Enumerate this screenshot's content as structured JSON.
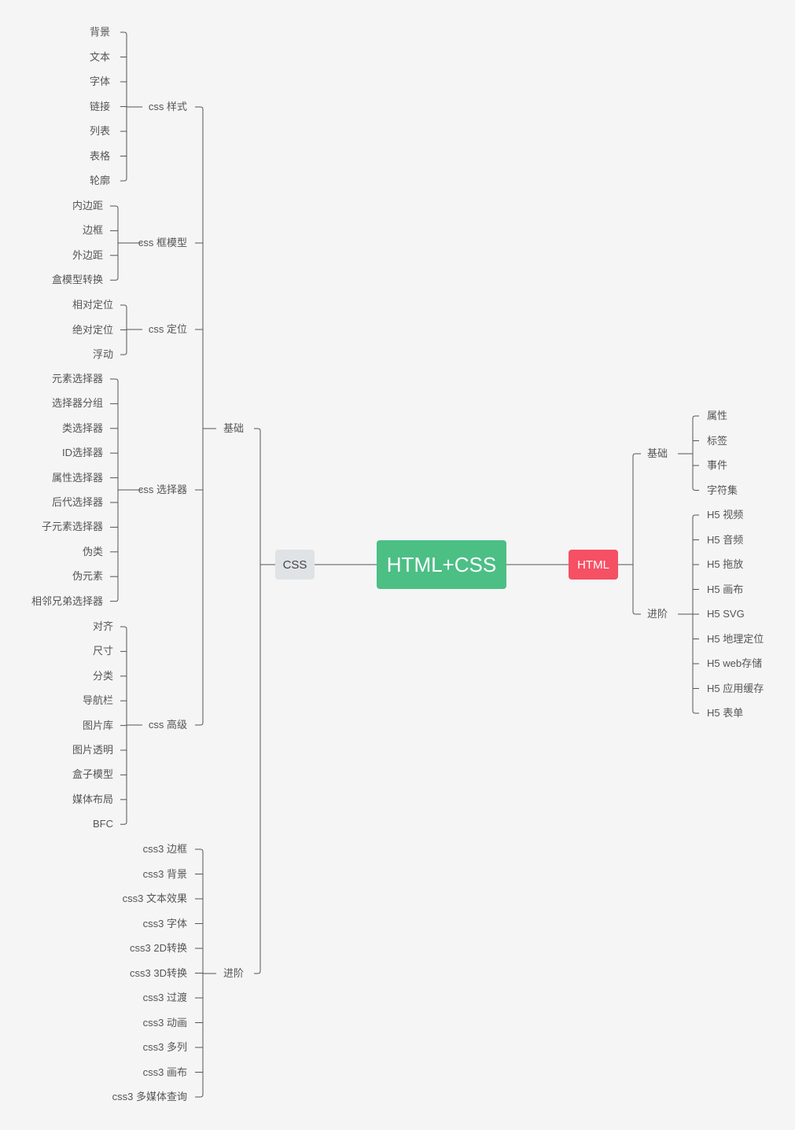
{
  "colors": {
    "root": "#4cbf85",
    "css": "#dfe3e6",
    "html": "#f55064",
    "line": "#555555"
  },
  "root": "HTML+CSS",
  "css": {
    "label": "CSS",
    "basic": {
      "label": "基础",
      "groups": [
        {
          "label": "css 样式",
          "items": [
            "背景",
            "文本",
            "字体",
            "链接",
            "列表",
            "表格",
            "轮廓"
          ]
        },
        {
          "label": "css 框模型",
          "items": [
            "内边距",
            "边框",
            "外边距",
            "盒模型转换"
          ]
        },
        {
          "label": "css 定位",
          "items": [
            "相对定位",
            "绝对定位",
            "浮动"
          ]
        },
        {
          "label": "css 选择器",
          "items": [
            "元素选择器",
            "选择器分组",
            "类选择器",
            "ID选择器",
            "属性选择器",
            "后代选择器",
            "子元素选择器",
            "伪类",
            "伪元素",
            "相邻兄弟选择器"
          ]
        },
        {
          "label": "css 高级",
          "items": [
            "对齐",
            "尺寸",
            "分类",
            "导航栏",
            "图片库",
            "图片透明",
            "盒子模型",
            "媒体布局",
            "BFC"
          ]
        }
      ]
    },
    "advanced": {
      "label": "进阶",
      "items": [
        "css3 边框",
        "css3 背景",
        "css3 文本效果",
        "css3 字体",
        "css3 2D转换",
        "css3 3D转换",
        "css3 过渡",
        "css3 动画",
        "css3 多列",
        "css3 画布",
        "css3 多媒体查询"
      ]
    }
  },
  "html": {
    "label": "HTML",
    "basic": {
      "label": "基础",
      "items": [
        "属性",
        "标签",
        "事件",
        "字符集"
      ]
    },
    "advanced": {
      "label": "进阶",
      "items": [
        "H5 视频",
        "H5 音频",
        "H5 拖放",
        "H5 画布",
        "H5 SVG",
        "H5 地理定位",
        "H5 web存储",
        "H5 应用缓存",
        "H5 表单"
      ]
    }
  }
}
